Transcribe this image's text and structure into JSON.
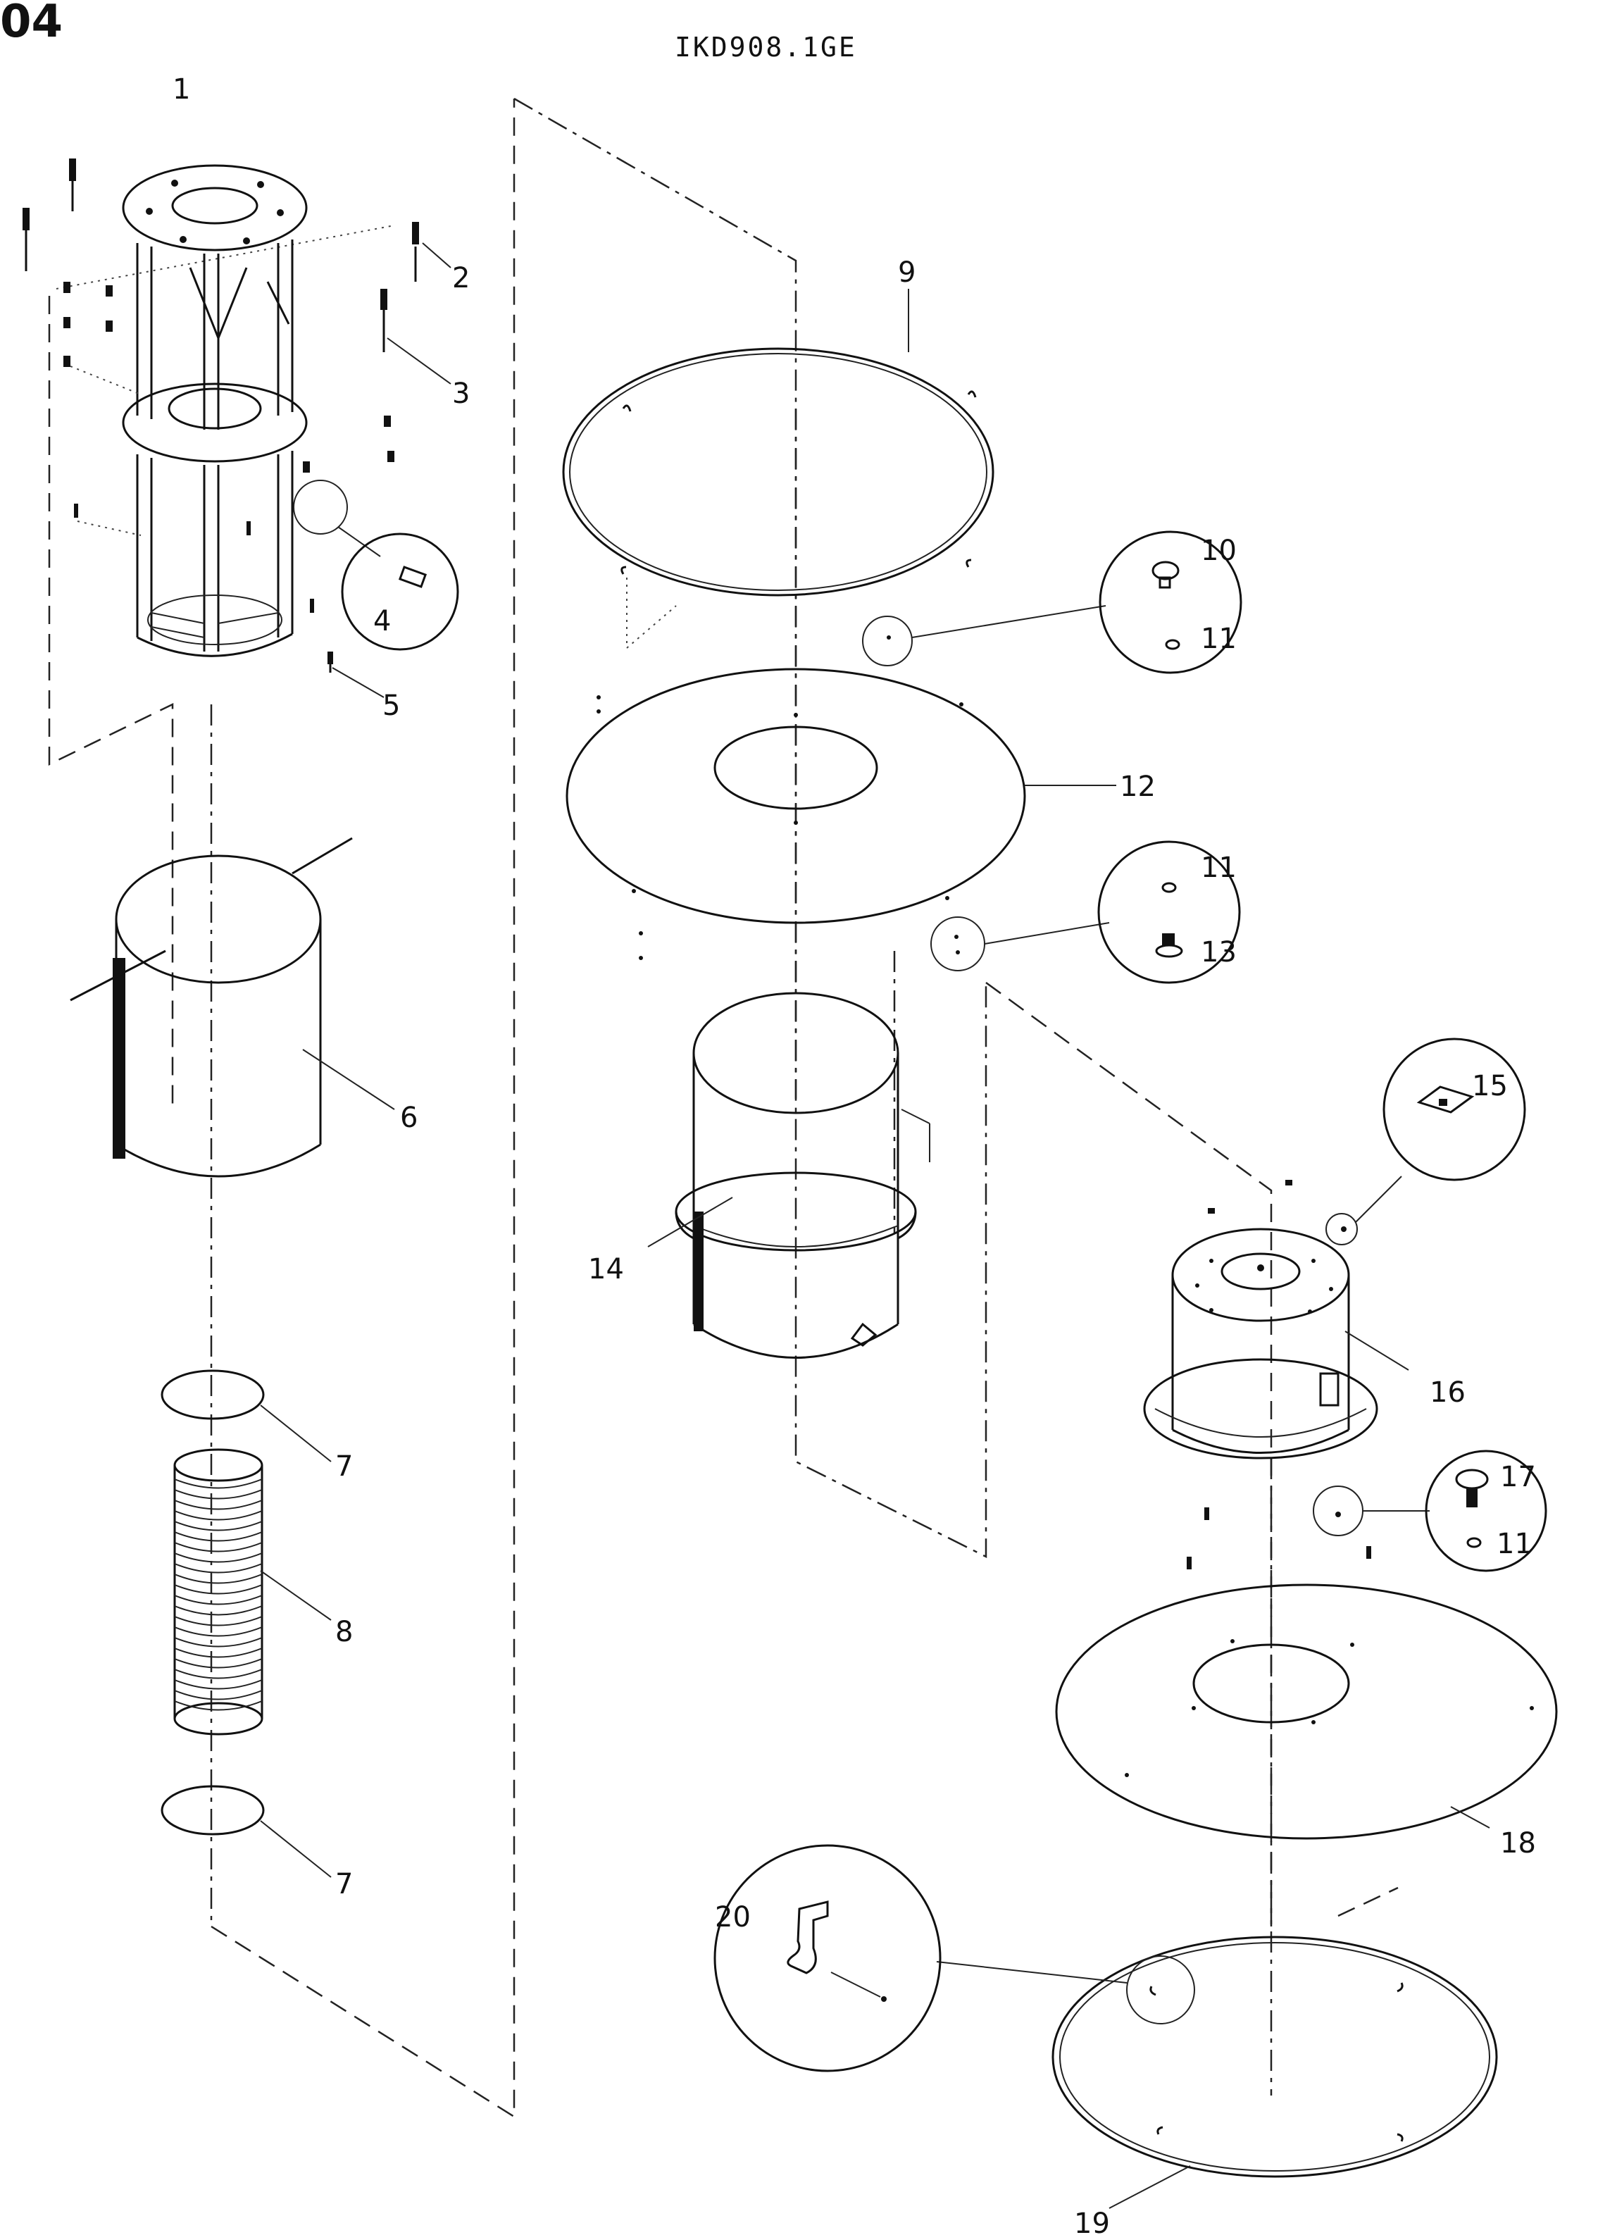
{
  "page_mark": "04",
  "drawing_id": "IKD908.1GE",
  "callouts": {
    "c1": "1",
    "c2": "2",
    "c3": "3",
    "c4": "4",
    "c5": "5",
    "c6": "6",
    "c7a": "7",
    "c7b": "7",
    "c8": "8",
    "c9": "9",
    "c10": "10",
    "c11a": "11",
    "c11b": "11",
    "c11c": "11",
    "c12": "12",
    "c13": "13",
    "c14": "14",
    "c15": "15",
    "c16": "16",
    "c17": "17",
    "c18": "18",
    "c19": "19",
    "c20": "20"
  }
}
